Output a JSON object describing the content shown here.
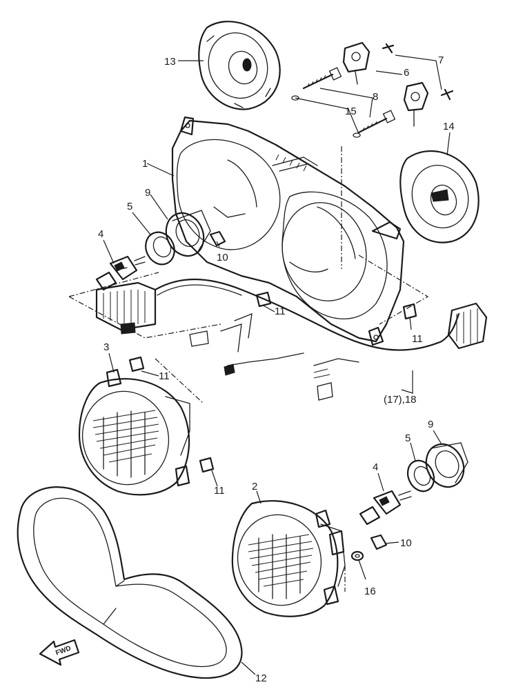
{
  "callouts": [
    "1",
    "2",
    "3",
    "4",
    "4",
    "5",
    "5",
    "6",
    "7",
    "8",
    "9",
    "9",
    "10",
    "10",
    "11",
    "11",
    "11",
    "11",
    "12",
    "13",
    "14",
    "15",
    "16",
    "(17),18"
  ],
  "fwd_label": "FWD"
}
